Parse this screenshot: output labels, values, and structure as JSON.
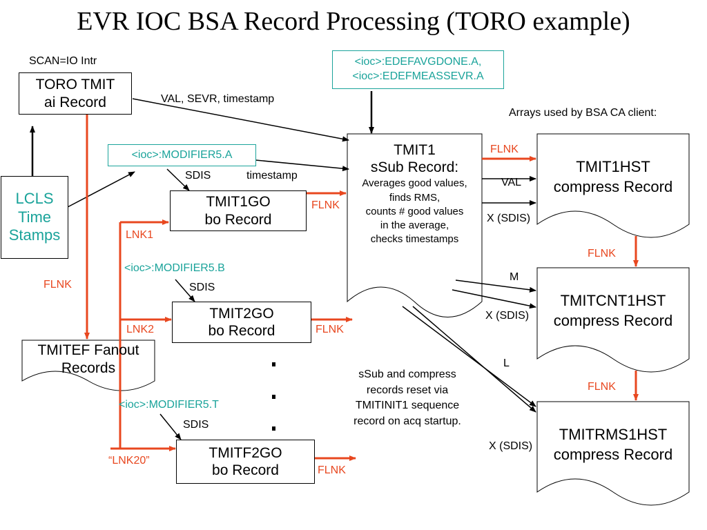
{
  "title": "EVR IOC BSA Record Processing (TORO example)",
  "colors": {
    "flink_red": "#e8471f",
    "pv_teal": "#1aa39a",
    "black": "#000000"
  },
  "labels": {
    "scan": "SCAN=IO Intr",
    "val_sevr": "VAL, SEVR, timestamp",
    "arrays": "Arrays used by BSA CA client:",
    "sdis1": "SDIS",
    "timestamp": "timestamp",
    "flnk_go1": "FLNK",
    "lnk1": "LNK1",
    "sdis2": "SDIS",
    "flnk_left": "FLNK",
    "lnk2": "LNK2",
    "flnk_go2": "FLNK",
    "sdis3": "SDIS",
    "lnk20": "“LNK20”",
    "flnk_go3": "FLNK",
    "flnk_top": "FLNK",
    "val": "VAL",
    "xsdis1": "X (SDIS)",
    "flnk_right1": "FLNK",
    "m": "M",
    "xsdis2": "X (SDIS)",
    "l": "L",
    "flnk_right2": "FLNK",
    "xsdis3": "X (SDIS)",
    "reset": [
      "sSub and compress",
      "records reset via",
      "TMITINIT1 sequence",
      "record on acq startup."
    ]
  },
  "pvs": {
    "edef1": "<ioc>:EDEFAVGDONE.A,",
    "edef2": "<ioc>:EDEFMEASSEVR.A",
    "mod_a": "<ioc>:MODIFIER5.A",
    "mod_b": "<ioc>:MODIFIER5.B",
    "mod_t": "<ioc>:MODIFIER5.T"
  },
  "records": {
    "toro": [
      "TORO TMIT",
      "ai Record"
    ],
    "lcls": [
      "LCLS",
      "Time",
      "Stamps"
    ],
    "tmit1go": [
      "TMIT1GO",
      "bo Record"
    ],
    "tmit2go": [
      "TMIT2GO",
      "bo Record"
    ],
    "tmitf2go": [
      "TMITF2GO",
      "bo Record"
    ],
    "tmitef": [
      "TMITEF Fanout",
      "Records"
    ],
    "tmit1": {
      "title1": "TMIT1",
      "title2": "sSub Record:",
      "desc": [
        "Averages good values,",
        "finds RMS,",
        "counts # good values",
        "in the average,",
        "checks timestamps"
      ]
    },
    "tmit1hst": [
      "TMIT1HST",
      "compress Record"
    ],
    "tmitcnt1hst": [
      "TMITCNT1HST",
      "compress Record"
    ],
    "tmitrms1hst": [
      "TMITRMS1HST",
      "compress Record"
    ]
  }
}
